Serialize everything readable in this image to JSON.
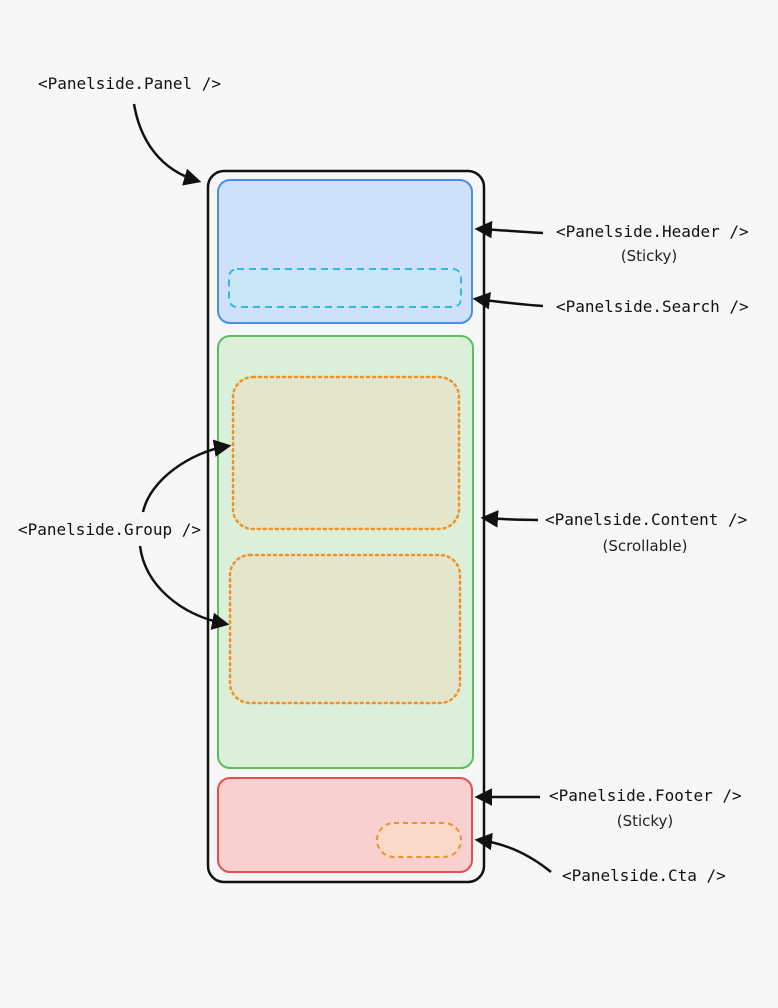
{
  "labels": {
    "panel": "<Panelside.Panel />",
    "header": "<Panelside.Header />",
    "header_note": "(Sticky)",
    "search": "<Panelside.Search />",
    "group": "<Panelside.Group />",
    "content": "<Panelside.Content />",
    "content_note": "(Scrollable)",
    "footer": "<Panelside.Footer />",
    "footer_note": "(Sticky)",
    "cta": "<Panelside.Cta />"
  },
  "colors": {
    "background": "#f7f7f7",
    "panel_border": "#111111",
    "header_fill": "#cfe0fb",
    "header_border": "#4a8ee6",
    "search_fill": "#c9e6f7",
    "search_border": "#38b6e0",
    "content_fill": "#dcefd9",
    "content_border": "#5cbf5c",
    "group_fill": "#e4e6cc",
    "group_border": "#f0922a",
    "footer_fill": "#f8d0d0",
    "footer_border": "#e05050",
    "cta_fill": "#fbd9c8",
    "cta_border": "#f0922a"
  }
}
